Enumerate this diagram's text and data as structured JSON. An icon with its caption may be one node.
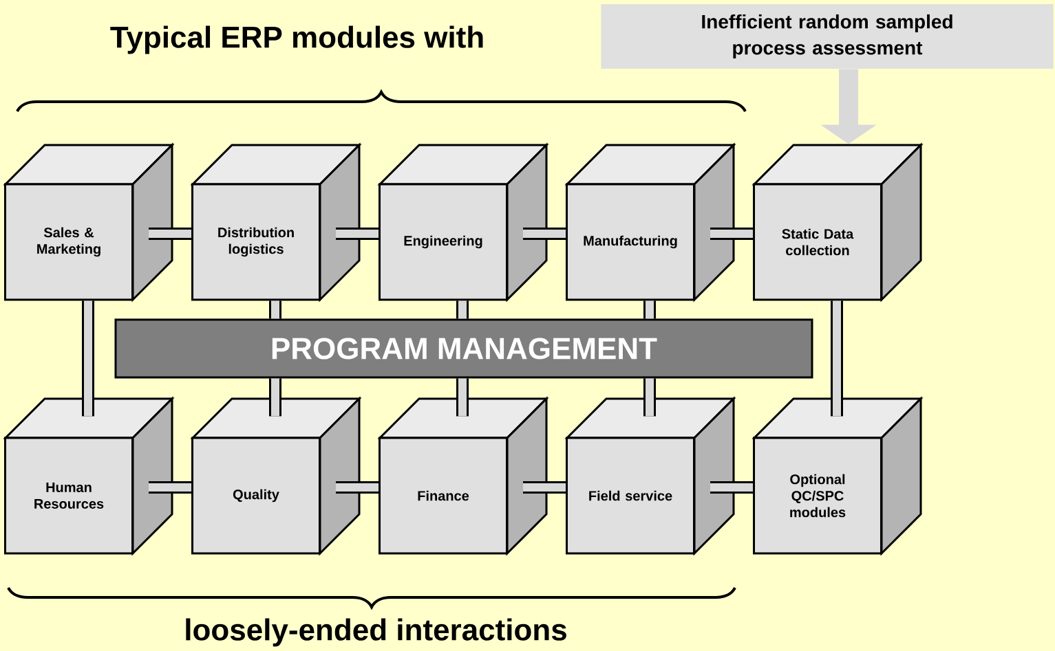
{
  "diagram": {
    "title": "Typical ERP modules with",
    "caption": "loosely-ended interactions",
    "nodes": [
      {
        "text": [
          "Inefficient random sampled process assessment"
        ]
      },
      {
        "text": [
          "Sales & Marketing"
        ]
      },
      {
        "text": [
          "Distribution logistics"
        ]
      },
      {
        "text": [
          "Engineering"
        ]
      },
      {
        "text": [
          "Manufacturing"
        ]
      },
      {
        "text": [
          "Static Data collection"
        ]
      },
      {
        "text": [
          "PROGRAM MANAGEMENT"
        ]
      },
      {
        "text": [
          "Human Resources"
        ]
      },
      {
        "text": [
          "Quality"
        ]
      },
      {
        "text": [
          "Finance"
        ]
      },
      {
        "text": [
          "Field service"
        ]
      },
      {
        "text": [
          "Optional QC/SPC modules"
        ]
      }
    ],
    "edges": [
      {
        "from": 0,
        "to": 5,
        "arrow": "to",
        "color": "#d9d9d9"
      },
      {
        "from": 1,
        "to": 2,
        "arrow": "none"
      },
      {
        "from": 2,
        "to": 3,
        "arrow": "none"
      },
      {
        "from": 3,
        "to": 4,
        "arrow": "none"
      },
      {
        "from": 4,
        "to": 5,
        "arrow": "none"
      },
      {
        "from": 1,
        "to": 7,
        "arrow": "none"
      },
      {
        "from": 2,
        "to": 6,
        "arrow": "none"
      },
      {
        "from": 3,
        "to": 6,
        "arrow": "none"
      },
      {
        "from": 4,
        "to": 6,
        "arrow": "none"
      },
      {
        "from": 5,
        "to": 11,
        "arrow": "none"
      },
      {
        "from": 6,
        "to": 8,
        "arrow": "none"
      },
      {
        "from": 6,
        "to": 9,
        "arrow": "none"
      },
      {
        "from": 6,
        "to": 10,
        "arrow": "none"
      },
      {
        "from": 7,
        "to": 8,
        "arrow": "none"
      },
      {
        "from": 8,
        "to": 9,
        "arrow": "none"
      },
      {
        "from": 9,
        "to": 10,
        "arrow": "none"
      },
      {
        "from": 10,
        "to": 11,
        "arrow": "none"
      }
    ]
  }
}
